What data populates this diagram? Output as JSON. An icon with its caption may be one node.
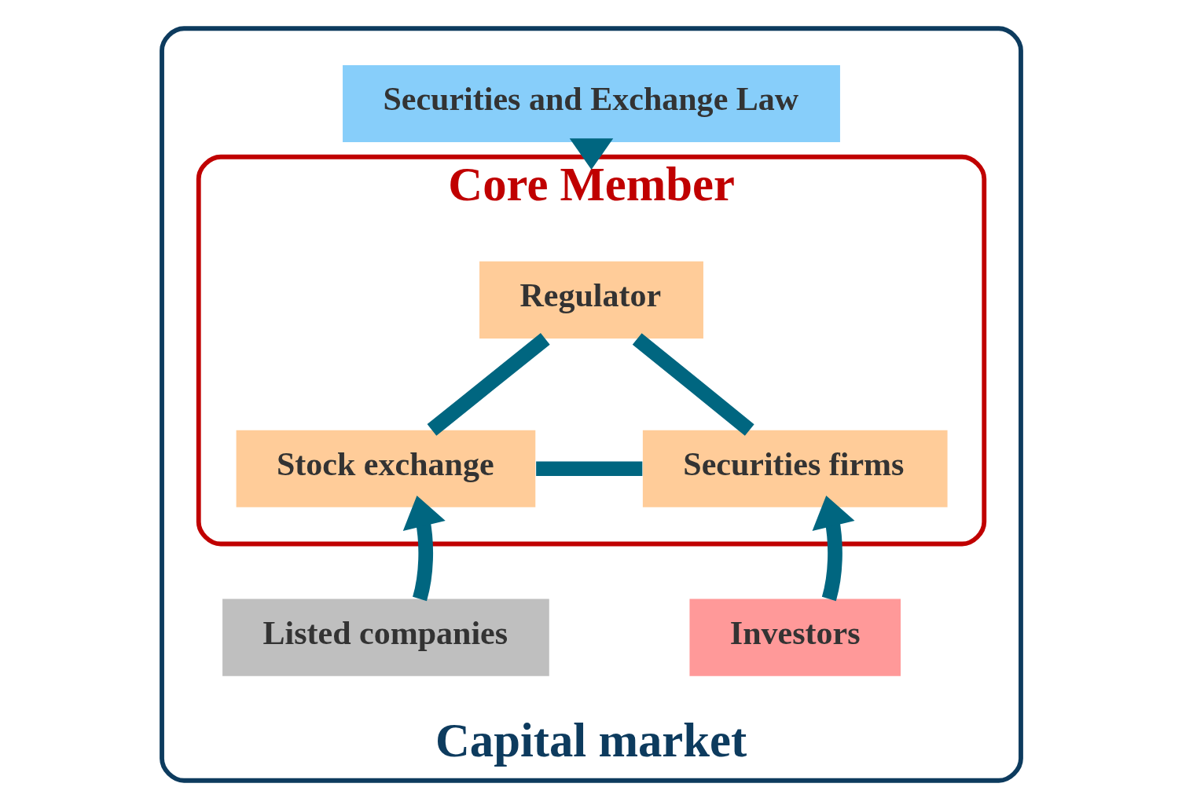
{
  "diagram": {
    "nodes": [
      {
        "text": [
          "Capital market"
        ]
      },
      {
        "text": [
          "Core Member"
        ],
        "in": 0
      },
      {
        "text": [
          "Securities and Exchange Law"
        ],
        "in": 0
      },
      {
        "text": [
          "Regulator"
        ],
        "in": 1
      },
      {
        "text": [
          "Stock exchange"
        ],
        "in": 1
      },
      {
        "text": [
          "Securities firms"
        ],
        "in": 1
      },
      {
        "text": [
          "Listed companies"
        ],
        "in": 0
      },
      {
        "text": [
          "Investors"
        ],
        "in": 0
      }
    ],
    "edges": [
      {
        "from": 2,
        "to": 1,
        "arrow": "to"
      },
      {
        "from": 3,
        "to": 4,
        "arrow": "none"
      },
      {
        "from": 3,
        "to": 5,
        "arrow": "none"
      },
      {
        "from": 4,
        "to": 5,
        "arrow": "none"
      },
      {
        "from": 6,
        "to": 4,
        "arrow": "to"
      },
      {
        "from": 7,
        "to": 5,
        "arrow": "to"
      }
    ]
  }
}
